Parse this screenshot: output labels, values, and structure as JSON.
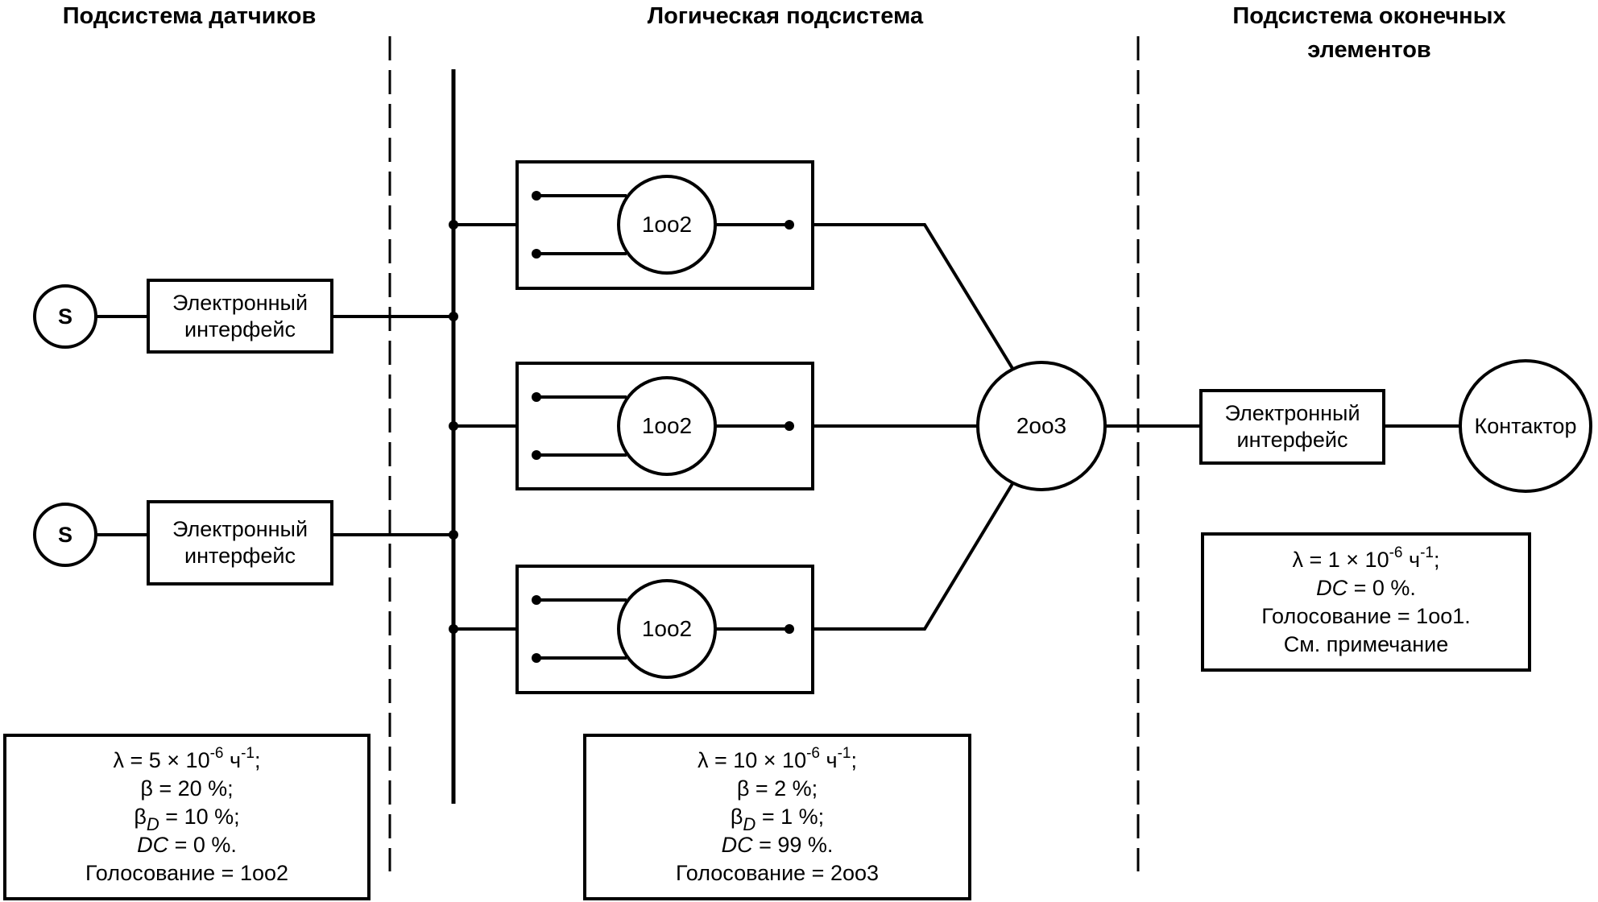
{
  "headers": {
    "sensor": "Подсистема датчиков",
    "logic": "Логическая подсистема",
    "final_line1": "Подсистема оконечных",
    "final_line2": "элементов"
  },
  "sensors": [
    {
      "symbol": "S",
      "interface_line1": "Электронный",
      "interface_line2": "интерфейс"
    },
    {
      "symbol": "S",
      "interface_line1": "Электронный",
      "interface_line2": "интерфейс"
    }
  ],
  "logic_channels": [
    {
      "voting": "1oo2"
    },
    {
      "voting": "1oo2"
    },
    {
      "voting": "1oo2"
    }
  ],
  "logic_voter": {
    "voting": "2oo3"
  },
  "final_element": {
    "interface_line1": "Электронный",
    "interface_line2": "интерфейс",
    "actuator": "Контактор"
  },
  "params": {
    "sensor": {
      "lambda_prefix": "λ = 5 × 10",
      "lambda_exp": "-6",
      "lambda_unit": " ч",
      "lambda_unit_exp": "-1",
      "lambda_suffix": ";",
      "beta": "β = 20 %;",
      "beta_d_symbol": "β",
      "beta_d_sub": "D",
      "beta_d_value": " = 10 %;",
      "dc_symbol": "DC",
      "dc_value": " = 0 %.",
      "voting": "Голосование = 1oo2"
    },
    "logic": {
      "lambda_prefix": "λ = 10 × 10",
      "lambda_exp": "-6",
      "lambda_unit": " ч",
      "lambda_unit_exp": "-1",
      "lambda_suffix": ";",
      "beta": "β = 2 %;",
      "beta_d_symbol": "β",
      "beta_d_sub": "D",
      "beta_d_value": " = 1 %;",
      "dc_symbol": "DC",
      "dc_value": " = 99 %.",
      "voting": "Голосование = 2oo3"
    },
    "final": {
      "lambda_prefix": "λ = 1 × 10",
      "lambda_exp": "-6",
      "lambda_unit": " ч",
      "lambda_unit_exp": "-1",
      "lambda_suffix": ";",
      "dc_symbol": "DC",
      "dc_value": " = 0 %.",
      "voting": "Голосование = 1oo1.",
      "note": "См. примечание"
    }
  }
}
